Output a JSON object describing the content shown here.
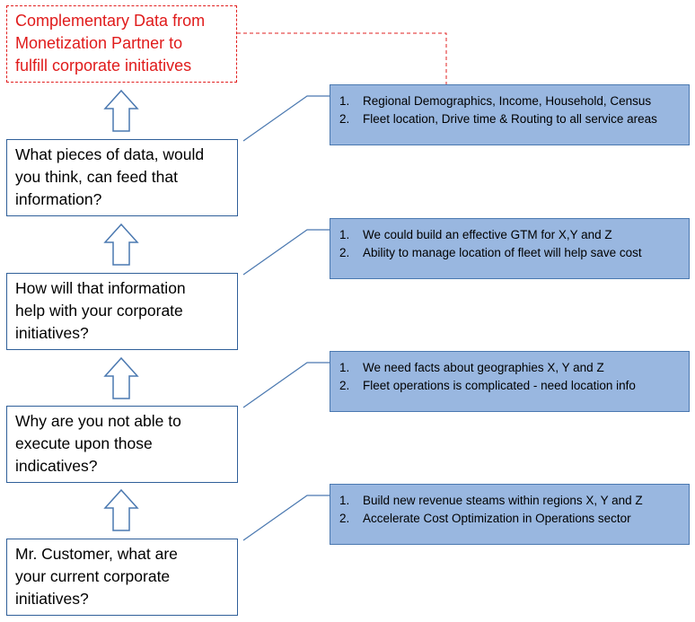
{
  "goal": {
    "lines": [
      "Complementary Data from",
      "Monetization Partner to",
      "fulfill corporate initiatives"
    ]
  },
  "steps": [
    {
      "question_lines": [
        "What pieces of data, would",
        "you think, can feed that",
        "information?"
      ],
      "answers": [
        "Regional Demographics, Income, Household, Census",
        "Fleet location, Drive time & Routing to all service areas"
      ]
    },
    {
      "question_lines": [
        "How will that information",
        "help with your corporate",
        "initiatives?"
      ],
      "answers": [
        "We could build an effective GTM for X,Y and Z",
        "Ability to manage location of fleet will help save cost"
      ]
    },
    {
      "question_lines": [
        "Why are you not able to",
        "execute upon those",
        "indicatives?"
      ],
      "answers": [
        "We need facts about geographies X, Y and Z",
        "Fleet operations is complicated - need location info"
      ]
    },
    {
      "question_lines": [
        "Mr. Customer, what are",
        "your current corporate",
        "initiatives?"
      ],
      "answers": [
        "Build new revenue steams within regions X, Y and Z",
        "Accelerate Cost Optimization in Operations sector"
      ]
    }
  ],
  "list_numbers": [
    "1.",
    "2."
  ],
  "colors": {
    "goal_text": "#e01b1b",
    "goal_border": "#e22020",
    "question_border": "#2f5f99",
    "answer_fill": "#99b7e0",
    "connector": "#4a78b0"
  }
}
